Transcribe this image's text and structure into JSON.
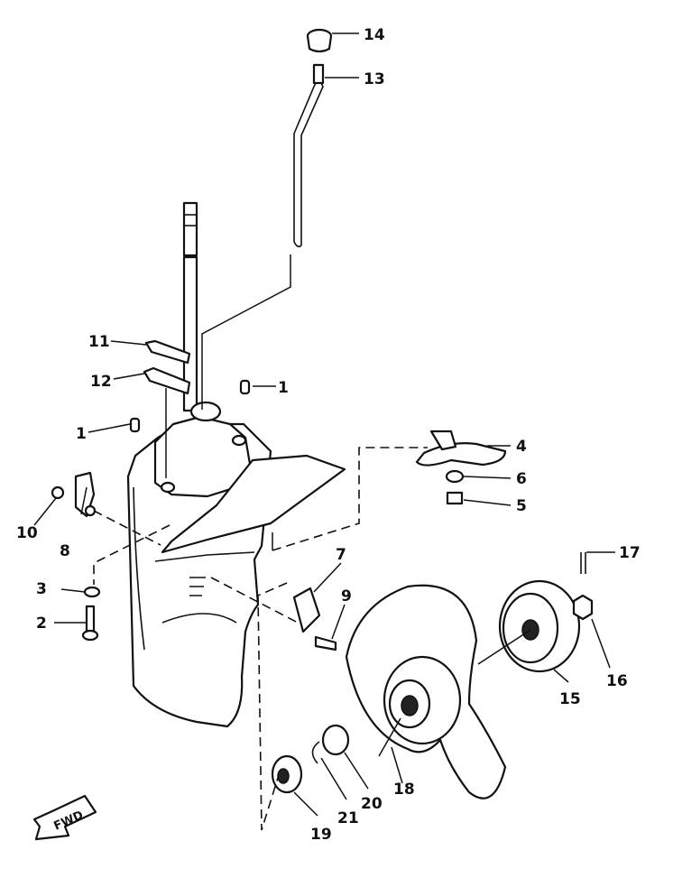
{
  "parts": [
    {
      "ref": "1"
    },
    {
      "ref": "2"
    },
    {
      "ref": "3"
    },
    {
      "ref": "4"
    },
    {
      "ref": "5"
    },
    {
      "ref": "6"
    },
    {
      "ref": "7"
    },
    {
      "ref": "8"
    },
    {
      "ref": "9"
    },
    {
      "ref": "10"
    },
    {
      "ref": "11"
    },
    {
      "ref": "12"
    },
    {
      "ref": "13"
    },
    {
      "ref": "14"
    },
    {
      "ref": "15"
    },
    {
      "ref": "16"
    },
    {
      "ref": "17"
    },
    {
      "ref": "18"
    },
    {
      "ref": "19"
    },
    {
      "ref": "20"
    },
    {
      "ref": "21"
    }
  ],
  "fwd_label": "FWD"
}
